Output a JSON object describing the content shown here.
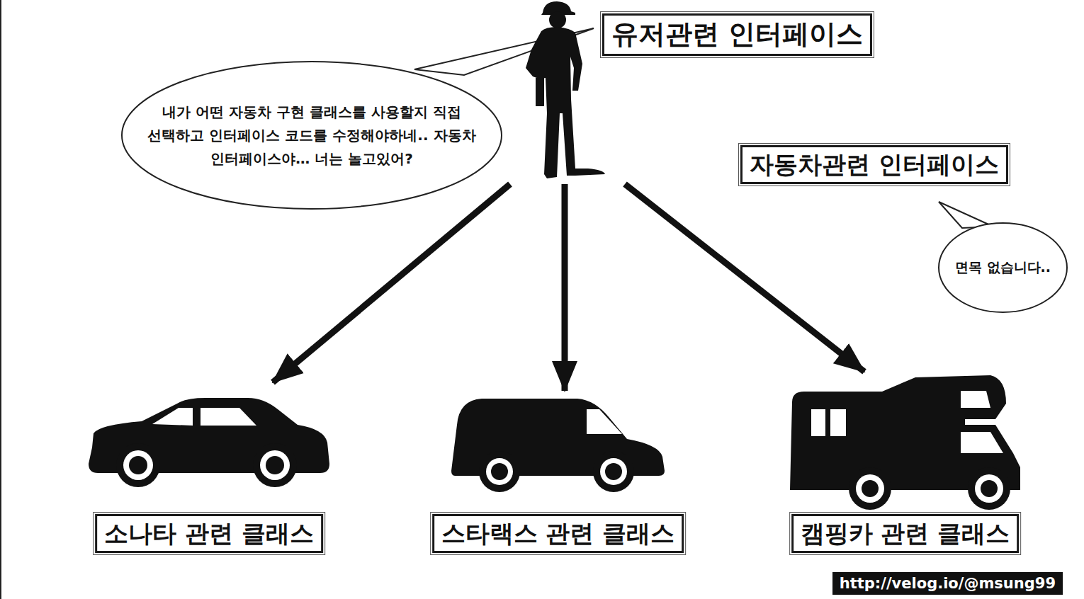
{
  "diagram": {
    "nodes": [
      {
        "text": [
          "유저관련 인터페이스"
        ]
      },
      {
        "text": [
          "내가 어떤 자동차 구현 클래스를 사용할지 직접 선택하고 인터페이스 코드를 수정해야하네.. 자동차 인터페이스야… 너는 놀고있어?"
        ]
      },
      {
        "text": [
          "자동차관련 인터페이스"
        ]
      },
      {
        "text": [
          "면목 없습니다.."
        ]
      },
      {
        "text": [
          "소나타 관련 클래스"
        ]
      },
      {
        "text": [
          "스타랙스 관련 클래스"
        ]
      },
      {
        "text": [
          "캠핑카 관련 클래스"
        ]
      }
    ],
    "edges": [
      {
        "from": 0,
        "to": 4,
        "arrow": "to"
      },
      {
        "from": 0,
        "to": 5,
        "arrow": "to"
      },
      {
        "from": 0,
        "to": 6,
        "arrow": "to"
      }
    ],
    "labels": [
      "http://velog.io/@msung99"
    ]
  }
}
